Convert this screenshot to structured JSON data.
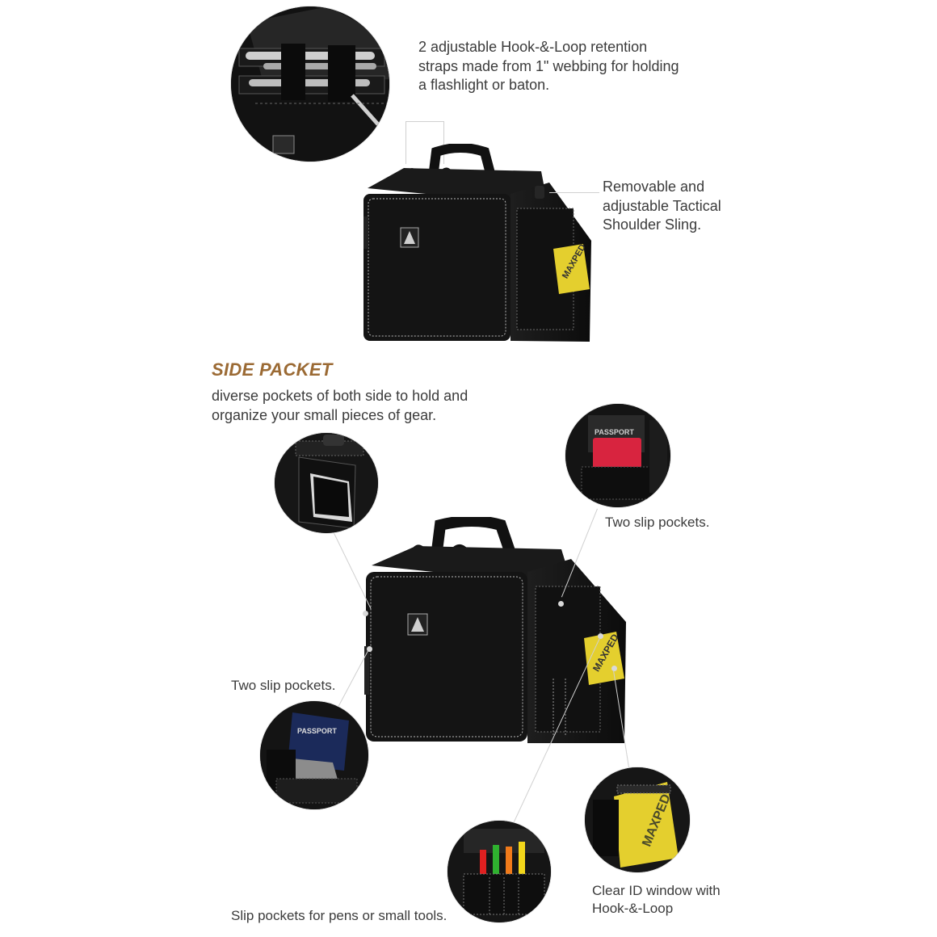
{
  "callouts": {
    "retention_straps": "2 adjustable Hook-&-Loop retention straps made from 1\" webbing for holding a flashlight or baton.",
    "shoulder_sling": "Removable and adjustable Tactical Shoulder Sling.",
    "slip_pockets_right": "Two slip pockets.",
    "slip_pockets_left": "Two slip pockets.",
    "pen_pockets": "Slip pockets for pens or small tools.",
    "id_window": "Clear ID window with Hook-&-Loop"
  },
  "section": {
    "title": "SIDE PACKET",
    "description": "diverse pockets of both side to hold and organize your small pieces of gear."
  },
  "colors": {
    "heading": "#9b6a34",
    "text": "#3b3b3b",
    "bag": "#151515",
    "id_window_yellow": "#e4cf2e",
    "passport_red": "#d8243f",
    "passport_navy": "#1b2a5a"
  },
  "icons": {
    "logo_patch": "maxpedition-logo-patch"
  }
}
